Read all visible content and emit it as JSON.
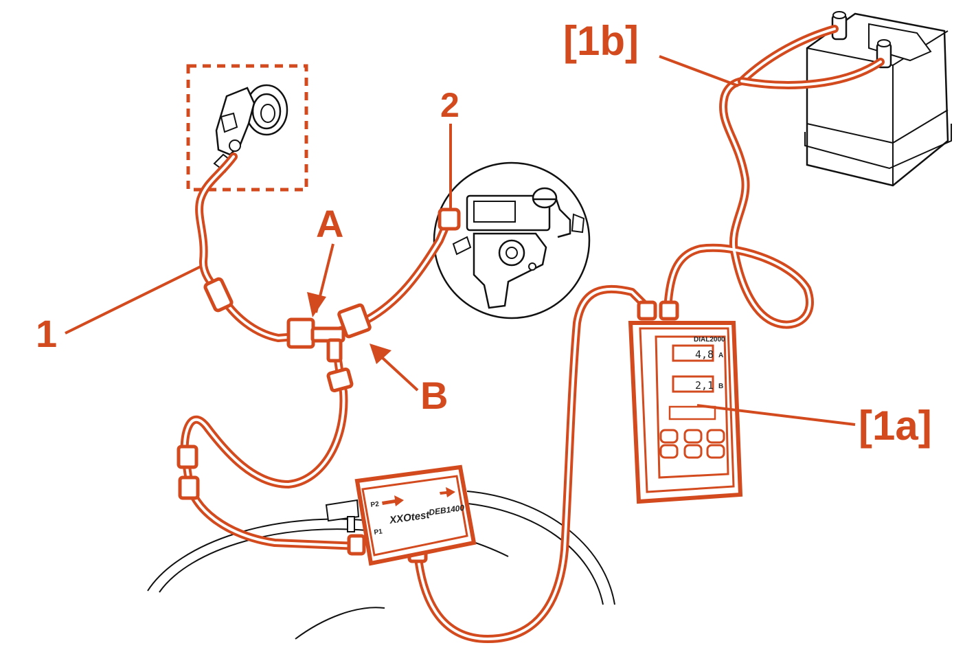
{
  "colors": {
    "hose": "#d24a1e",
    "line": "#111111",
    "background": "#ffffff"
  },
  "callouts": {
    "label_1": "1",
    "label_2": "2",
    "label_A": "A",
    "label_B": "B",
    "label_1a": "[1a]",
    "label_1b": "[1b]"
  },
  "instrument": {
    "brand": "DIAL2000",
    "display_a_value": "4,8",
    "display_a_channel": "A",
    "display_b_value": "2,1",
    "display_b_channel": "B"
  },
  "flow_box": {
    "brand": "XXOtest",
    "model": "DEB1400",
    "port_p1": "P1",
    "port_p2": "P2"
  },
  "icons": [
    "battery-icon",
    "pressure-sensor-icon",
    "diaphragm-capsule-icon",
    "arrow-icon"
  ]
}
